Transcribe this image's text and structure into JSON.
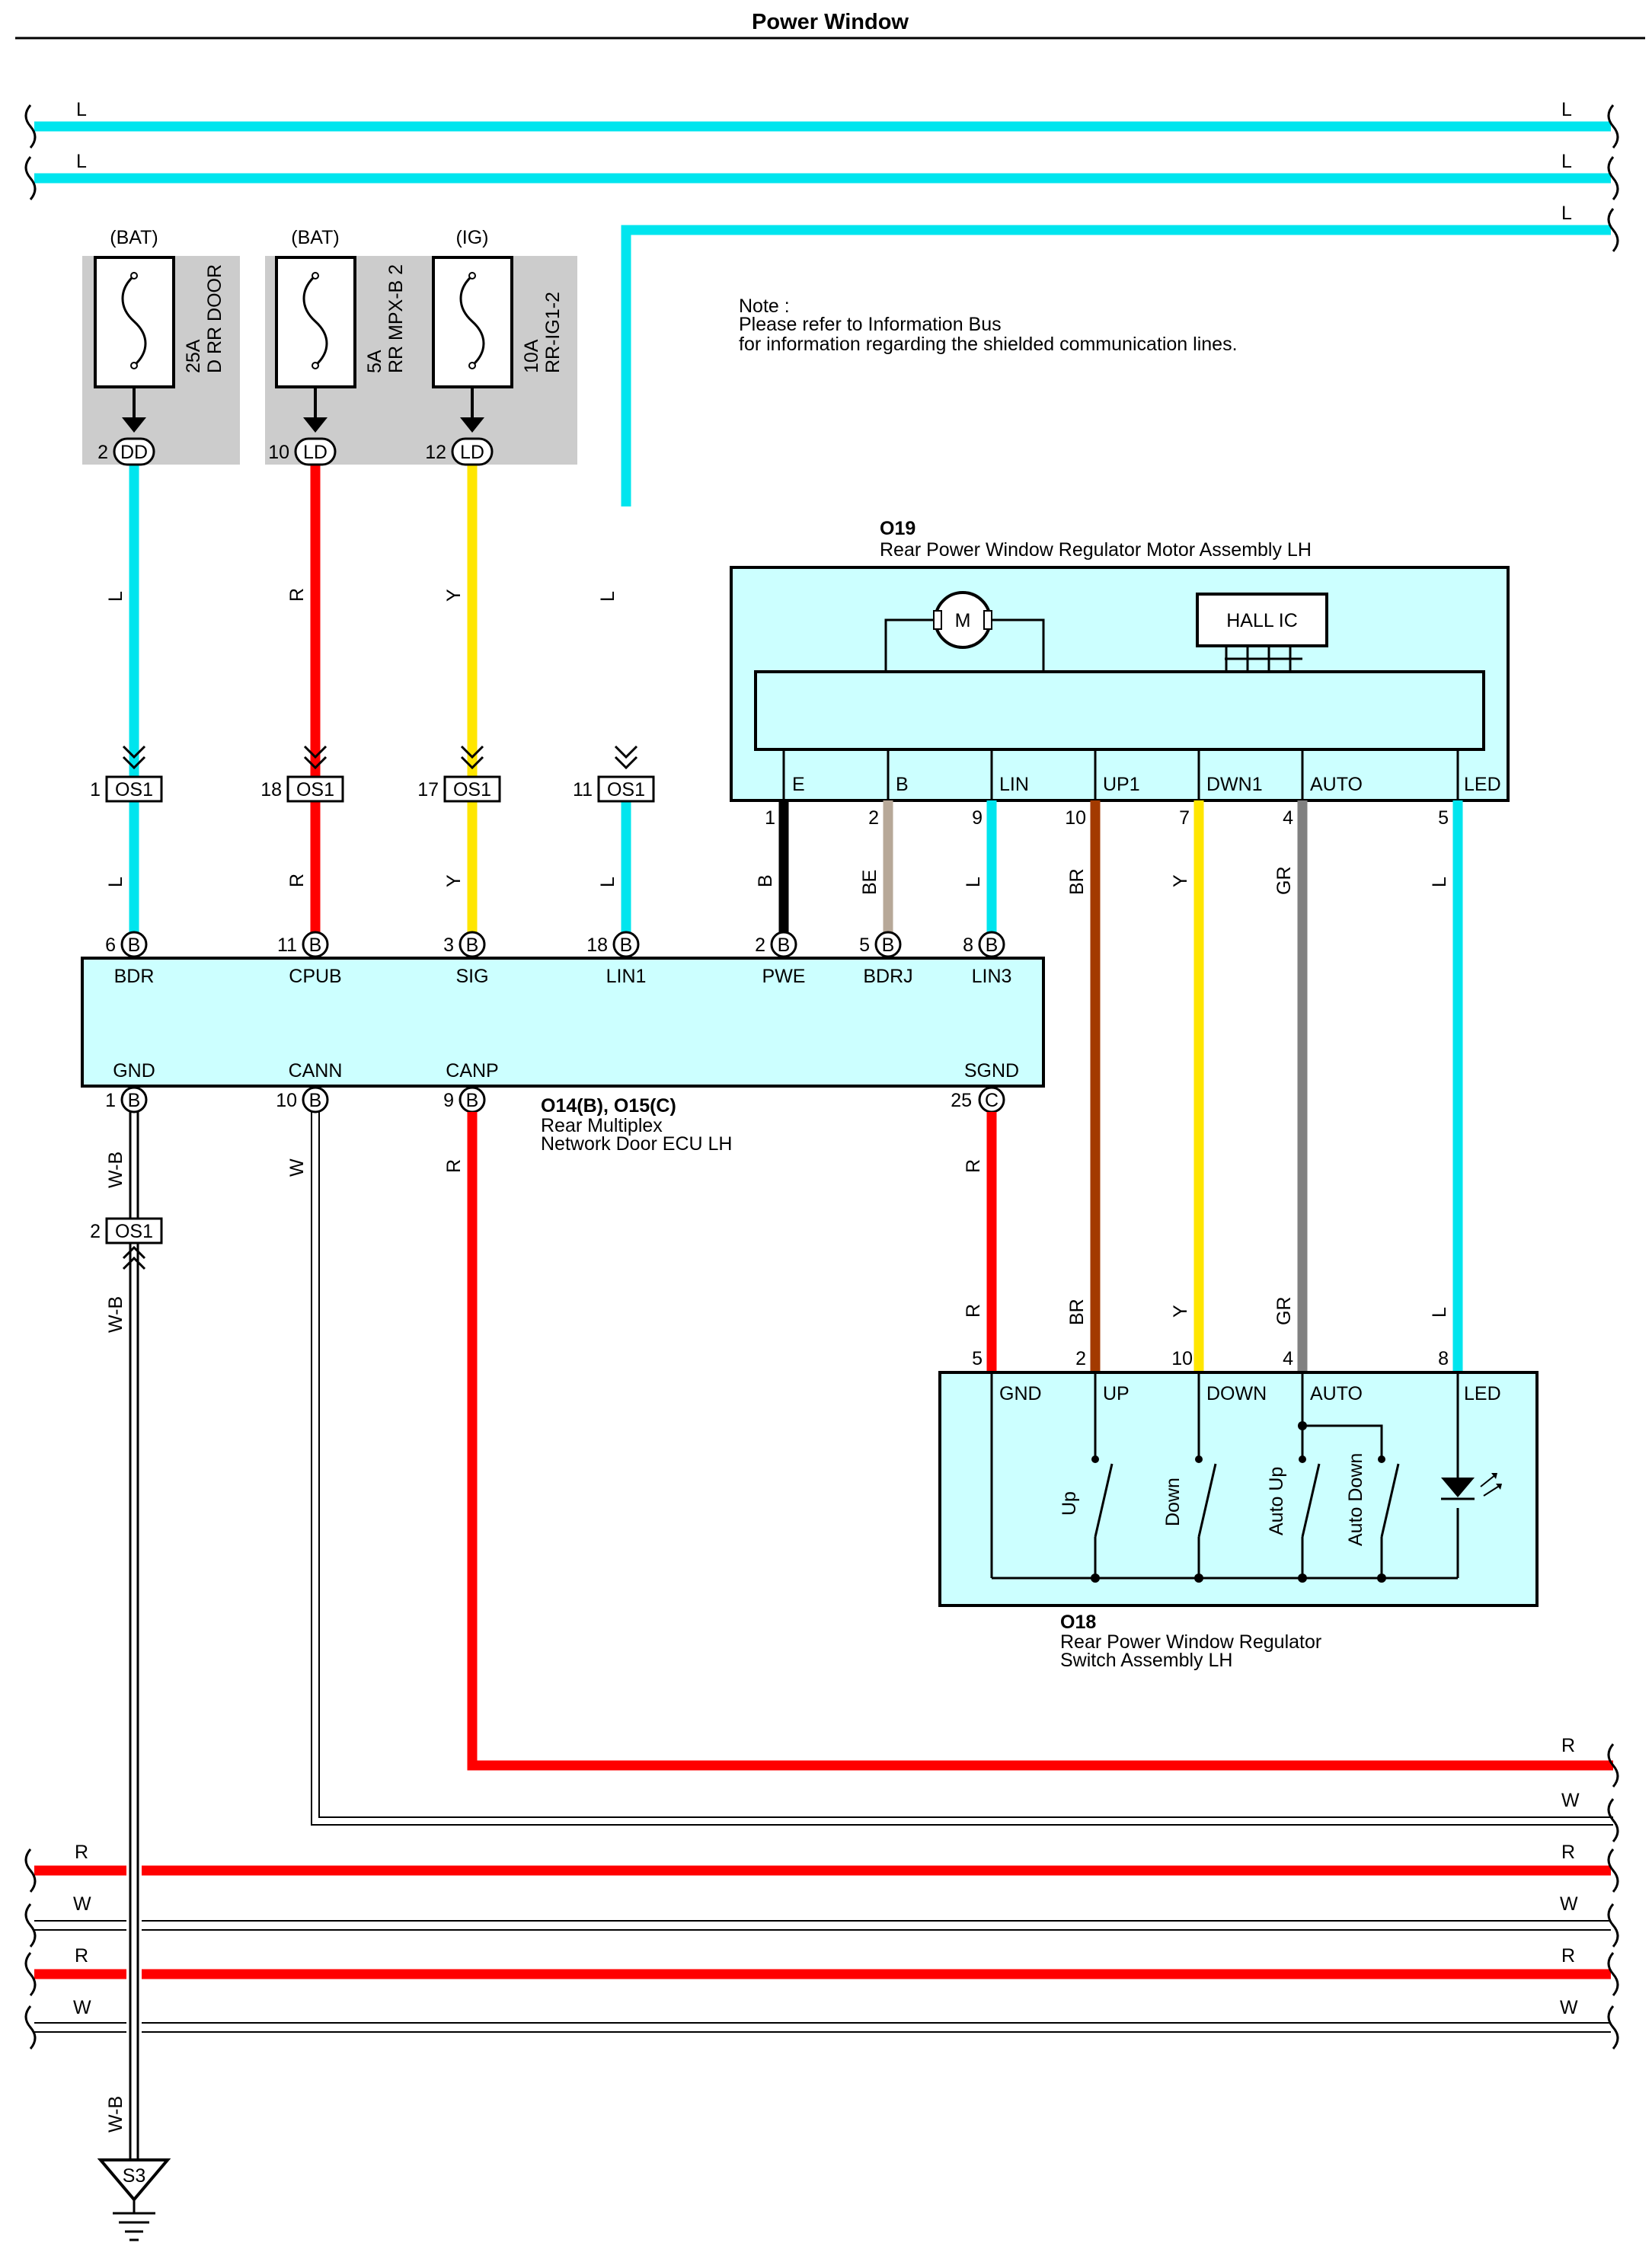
{
  "title": "Power Window",
  "note": {
    "line1": "Note :",
    "line2": "Please refer to Information Bus",
    "line3": "for information regarding the shielded communication lines."
  },
  "colors": {
    "L": "#00e5ee",
    "R": "#ff0000",
    "Y": "#ffe600",
    "B": "#000000",
    "BE": "#b7a898",
    "BR": "#a33a00",
    "GR": "#808080",
    "W": "#ffffff",
    "box_fill": "#ccffff",
    "fuse_panel": "#cccccc"
  },
  "fuses": [
    {
      "source": "(BAT)",
      "amp": "25A",
      "name": "D RR DOOR",
      "pin": "2",
      "conn": "DD"
    },
    {
      "source": "(BAT)",
      "amp": "5A",
      "name": "RR MPX-B 2",
      "pin": "10",
      "conn": "LD"
    },
    {
      "source": "(IG)",
      "amp": "10A",
      "name": "RR-IG1-2",
      "pin": "12",
      "conn": "LD"
    }
  ],
  "bus_labels": {
    "top": "L",
    "bottom_r": "R",
    "bottom_w": "W"
  },
  "os1_pins": [
    "1",
    "18",
    "17",
    "11",
    "2"
  ],
  "os1_label": "OS1",
  "wire_labels": {
    "w1": "L",
    "w2": "R",
    "w3": "Y",
    "w4": "L",
    "wb": "W-B",
    "w": "W",
    "r": "R"
  },
  "ecu": {
    "id": "O14(B), O15(C)",
    "name1": "Rear Multiplex",
    "name2": "Network Door ECU LH",
    "top_pins": [
      {
        "num": "6",
        "conn": "B",
        "label": "BDR"
      },
      {
        "num": "11",
        "conn": "B",
        "label": "CPUB"
      },
      {
        "num": "3",
        "conn": "B",
        "label": "SIG"
      },
      {
        "num": "18",
        "conn": "B",
        "label": "LIN1"
      },
      {
        "num": "2",
        "conn": "B",
        "label": "PWE"
      },
      {
        "num": "5",
        "conn": "B",
        "label": "BDRJ"
      },
      {
        "num": "8",
        "conn": "B",
        "label": "LIN3"
      }
    ],
    "bottom_pins": [
      {
        "num": "1",
        "conn": "B",
        "label": "GND"
      },
      {
        "num": "10",
        "conn": "B",
        "label": "CANN"
      },
      {
        "num": "9",
        "conn": "B",
        "label": "CANP"
      },
      {
        "num": "25",
        "conn": "C",
        "label": "SGND"
      }
    ]
  },
  "motor": {
    "id": "O19",
    "name": "Rear Power Window Regulator Motor Assembly LH",
    "motor_label": "M",
    "hall_label": "HALL IC",
    "terminals": [
      {
        "label": "E",
        "num": "1",
        "wire": "B"
      },
      {
        "label": "B",
        "num": "2",
        "wire": "BE"
      },
      {
        "label": "LIN",
        "num": "9",
        "wire": "L"
      },
      {
        "label": "UP1",
        "num": "10",
        "wire": "BR"
      },
      {
        "label": "DWN1",
        "num": "7",
        "wire": "Y"
      },
      {
        "label": "AUTO",
        "num": "4",
        "wire": "GR"
      },
      {
        "label": "LED",
        "num": "5",
        "wire": "L"
      }
    ]
  },
  "switch": {
    "id": "O18",
    "name1": "Rear Power Window Regulator",
    "name2": "Switch Assembly LH",
    "terminals": [
      {
        "label": "GND",
        "num": "5",
        "wire": "R"
      },
      {
        "label": "UP",
        "num": "2",
        "wire": "BR"
      },
      {
        "label": "DOWN",
        "num": "10",
        "wire": "Y"
      },
      {
        "label": "AUTO",
        "num": "4",
        "wire": "GR"
      },
      {
        "label": "LED",
        "num": "8",
        "wire": "L"
      }
    ],
    "contacts": [
      "Up",
      "Down",
      "Auto Up",
      "Auto Down"
    ]
  },
  "ground": {
    "label": "S3"
  }
}
